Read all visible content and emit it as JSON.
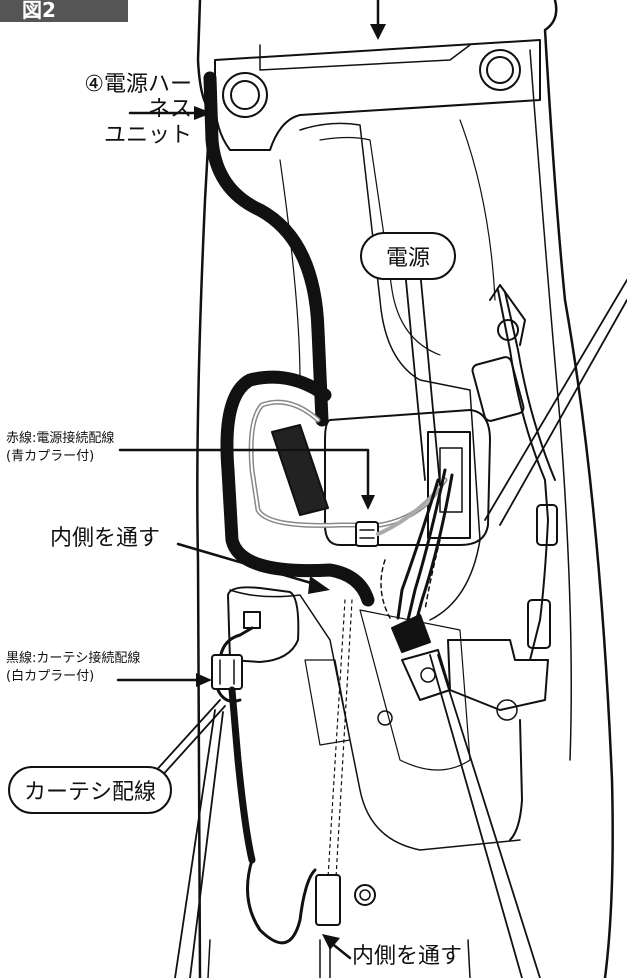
{
  "figure": {
    "tab_label": "図2",
    "labels": {
      "harness_unit": "④電源ハーネス\nユニット",
      "power_bubble": "電源",
      "red_wire": "赤線:電源接続配線\n(青カプラー付)",
      "inner_pass_1": "内側を通す",
      "black_wire": "黒線:カーテシ接続配線\n(白カプラー付)",
      "courtesy_bubble": "カーテシ配線",
      "inner_pass_2": "内側を通す"
    }
  }
}
